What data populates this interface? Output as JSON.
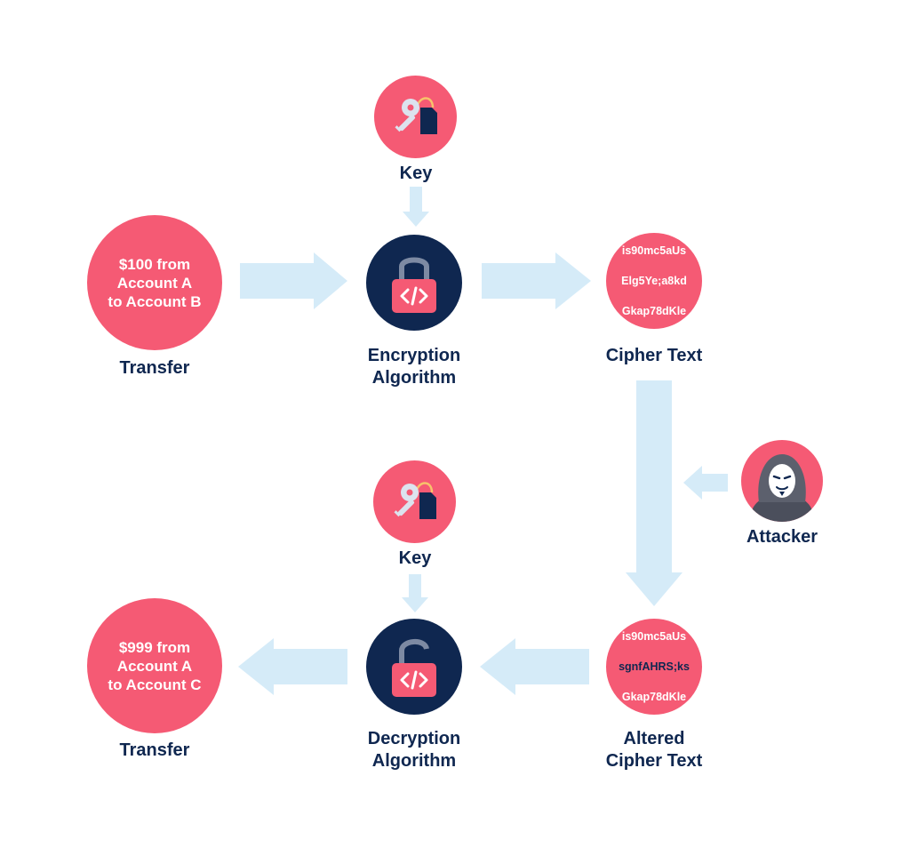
{
  "top": {
    "key_label": "Key",
    "plaintext": "$100 from\nAccount A\nto Account B",
    "plaintext_label": "Transfer",
    "algorithm_label": "Encryption\nAlgorithm",
    "cipher_lines": [
      "is90mc5aUs",
      "Elg5Ye;a8kd",
      "Gkap78dKle"
    ],
    "cipher_label": "Cipher Text"
  },
  "attacker": {
    "label": "Attacker"
  },
  "bottom": {
    "key_label": "Key",
    "plaintext": "$999 from\nAccount A\nto Account C",
    "plaintext_label": "Transfer",
    "algorithm_label": "Decryption\nAlgorithm",
    "cipher_lines": [
      "is90mc5aUs",
      "sgnfAHRS;ks",
      "Gkap78dKle"
    ],
    "cipher_label": "Altered\nCipher Text"
  },
  "colors": {
    "node_pink": "#f55a74",
    "node_navy": "#0f2750",
    "arrow": "#d5ebf8",
    "text_navy": "#0f2750",
    "altered_text": "#0f2750"
  },
  "icons": {
    "key": "key-tag-icon",
    "lock_closed": "padlock-closed-code-icon",
    "lock_open": "padlock-open-code-icon",
    "attacker": "hooded-masked-person-icon"
  }
}
